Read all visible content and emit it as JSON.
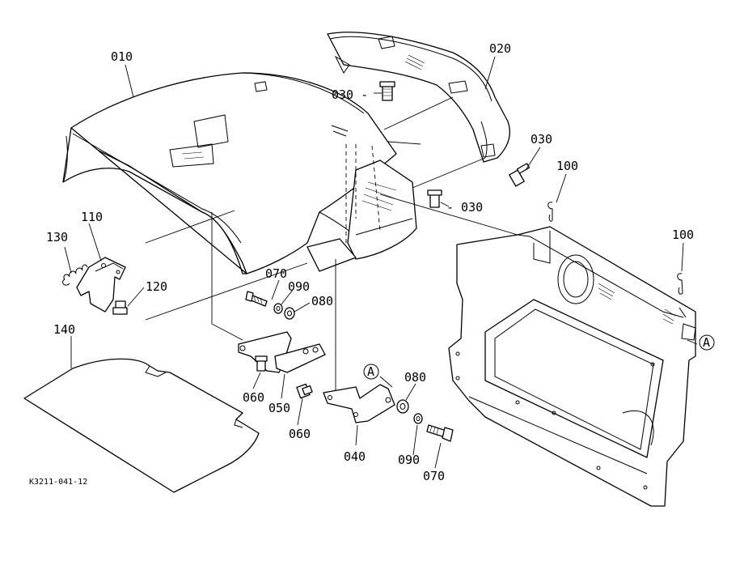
{
  "diagram": {
    "code": "K3211-041-12",
    "callouts": {
      "p010": "010",
      "p020": "020",
      "p030a": "030 -",
      "p030b": "030",
      "p030c": "- 030",
      "p040": "040",
      "p050": "050",
      "p060a": "060",
      "p060b": "060",
      "p070a": "070",
      "p070b": "070",
      "p080a": "080",
      "p080b": "080",
      "p090a": "090",
      "p090b": "090",
      "p100a": "100",
      "p100b": "100",
      "p110": "110",
      "p120": "120",
      "p130": "130",
      "p140": "140",
      "refA1": "A",
      "refA2": "A"
    }
  }
}
